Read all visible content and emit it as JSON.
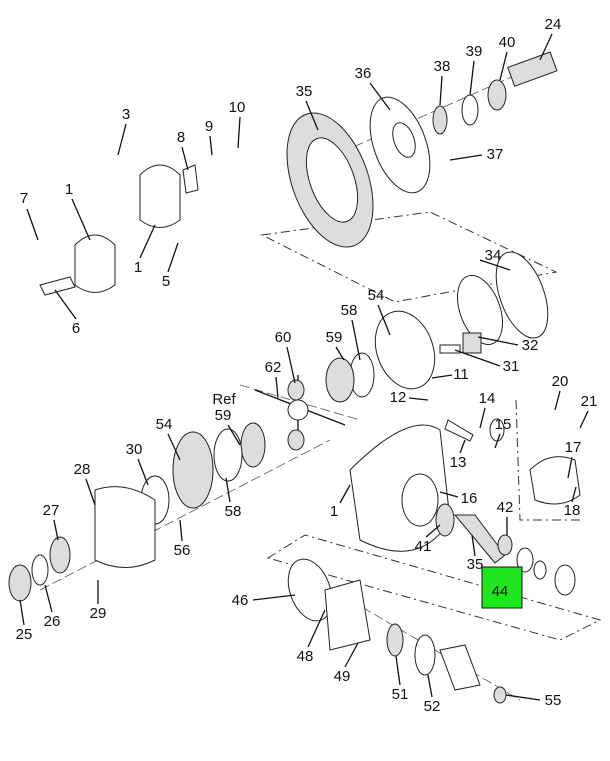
{
  "diagram": {
    "callouts": [
      "24",
      "40",
      "39",
      "38",
      "36",
      "35",
      "37",
      "3",
      "8",
      "9",
      "10",
      "7",
      "1",
      "1",
      "5",
      "6",
      "34",
      "54",
      "58",
      "60",
      "59",
      "62",
      "32",
      "31",
      "11",
      "12",
      "14",
      "15",
      "13",
      "20",
      "21",
      "Ref",
      "59",
      "54",
      "30",
      "28",
      "27",
      "56",
      "58",
      "1",
      "16",
      "17",
      "18",
      "42",
      "41",
      "35",
      "25",
      "26",
      "29",
      "46",
      "48",
      "49",
      "51",
      "52",
      "55"
    ],
    "highlight": {
      "label": "44",
      "color": "#1fe51f"
    }
  }
}
